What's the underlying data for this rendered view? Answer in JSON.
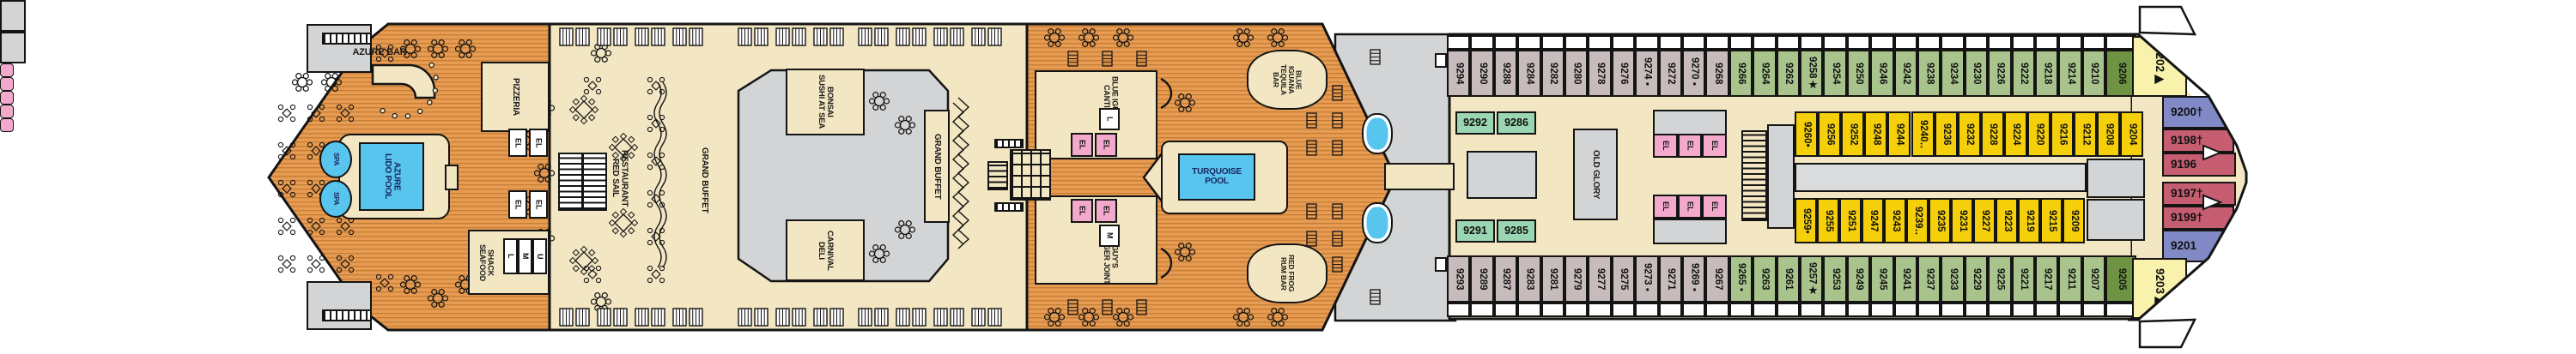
{
  "deck": {
    "venues": {
      "azure_bar": "AZURE BAR",
      "azure_lido_pool": "AZURE LIDO POOL",
      "spa": "SPA",
      "pizzeria": "PIZZERIA",
      "el": "EL",
      "seafood_shack": "SEAFOOD SHACK",
      "wc_l": "L",
      "wc_m": "M",
      "wc_u": "U",
      "red_sail_restaurant": "RED SAIL RESTAURANT",
      "grand_buffet": "GRAND BUFFET",
      "bonsai_sushi": "BONSAI SUSHI AT SEA",
      "carnival_deli": "CARNIVAL DELI",
      "blue_iguana_cantina": "BLUE IGUANA CANTINA",
      "guys_burger_joint": "GUY'S BURGER JOINT",
      "blue_iguana_tequila_bar": "BLUE IGUANA TEQUILA BAR",
      "red_frog_rum_bar": "RED FROG RUM BAR",
      "turquoise_pool": "TURQUOISE POOL",
      "old_glory": "OLD GLORY"
    },
    "colors": {
      "wood": "#E89B52",
      "woodline": "#C67F36",
      "cream": "#F3E6C2",
      "gray": "#D2D4D6",
      "pink": "#F2A9CB",
      "pool": "#58C5EE",
      "mauve": "#C8BBBC",
      "sage": "#A8C48C",
      "olive": "#6E9443",
      "yellow": "#F4CF0A",
      "mint": "#9AD6B1",
      "red": "#C65D70",
      "blue": "#818AC6",
      "pale": "#F8F2AC",
      "ink": "#141414"
    },
    "cabins": {
      "top_outer": [
        {
          "n": "9294",
          "c": "mauve"
        },
        {
          "n": "9290",
          "c": "mauve"
        },
        {
          "n": "9288",
          "c": "mauve"
        },
        {
          "n": "9284",
          "c": "mauve"
        },
        {
          "n": "9282",
          "c": "mauve"
        },
        {
          "n": "9280",
          "c": "mauve"
        },
        {
          "n": "9278",
          "c": "mauve"
        },
        {
          "n": "9276",
          "c": "mauve"
        },
        {
          "n": "9274▪",
          "c": "mauve"
        },
        {
          "n": "9272",
          "c": "mauve"
        },
        {
          "n": "9270▪",
          "c": "mauve"
        },
        {
          "n": "9268",
          "c": "mauve"
        },
        {
          "n": "9266",
          "c": "sage"
        },
        {
          "n": "9264",
          "c": "sage"
        },
        {
          "n": "9262",
          "c": "sage"
        },
        {
          "n": "9258★",
          "c": "sage"
        },
        {
          "n": "9254",
          "c": "sage"
        },
        {
          "n": "9250",
          "c": "sage"
        },
        {
          "n": "9246",
          "c": "sage"
        },
        {
          "n": "9242",
          "c": "sage"
        },
        {
          "n": "9238",
          "c": "sage"
        },
        {
          "n": "9234",
          "c": "sage"
        },
        {
          "n": "9230",
          "c": "sage"
        },
        {
          "n": "9226",
          "c": "sage"
        },
        {
          "n": "9222",
          "c": "sage"
        },
        {
          "n": "9218",
          "c": "sage"
        },
        {
          "n": "9214",
          "c": "sage"
        },
        {
          "n": "9210",
          "c": "sage"
        },
        {
          "n": "9206",
          "c": "olive"
        }
      ],
      "bottom_outer": [
        {
          "n": "9293",
          "c": "mauve"
        },
        {
          "n": "9289",
          "c": "mauve"
        },
        {
          "n": "9287",
          "c": "mauve"
        },
        {
          "n": "9283",
          "c": "mauve"
        },
        {
          "n": "9281",
          "c": "mauve"
        },
        {
          "n": "9279",
          "c": "mauve"
        },
        {
          "n": "9277",
          "c": "mauve"
        },
        {
          "n": "9275",
          "c": "mauve"
        },
        {
          "n": "9273▪",
          "c": "mauve"
        },
        {
          "n": "9271",
          "c": "mauve"
        },
        {
          "n": "9269▪",
          "c": "mauve"
        },
        {
          "n": "9267",
          "c": "mauve"
        },
        {
          "n": "9265▪",
          "c": "sage"
        },
        {
          "n": "9263",
          "c": "sage"
        },
        {
          "n": "9261",
          "c": "sage"
        },
        {
          "n": "9257★",
          "c": "sage"
        },
        {
          "n": "9253",
          "c": "sage"
        },
        {
          "n": "9249",
          "c": "sage"
        },
        {
          "n": "9245",
          "c": "sage"
        },
        {
          "n": "9241",
          "c": "sage"
        },
        {
          "n": "9237",
          "c": "sage"
        },
        {
          "n": "9233",
          "c": "sage"
        },
        {
          "n": "9229",
          "c": "sage"
        },
        {
          "n": "9225",
          "c": "sage"
        },
        {
          "n": "9221",
          "c": "sage"
        },
        {
          "n": "9217",
          "c": "sage"
        },
        {
          "n": "9211",
          "c": "sage"
        },
        {
          "n": "9207",
          "c": "sage"
        },
        {
          "n": "9205",
          "c": "olive"
        }
      ],
      "top_inner": [
        {
          "n": "9260•",
          "c": "yellow"
        },
        {
          "n": "9256",
          "c": "yellow"
        },
        {
          "n": "9252",
          "c": "yellow"
        },
        {
          "n": "9248",
          "c": "yellow"
        },
        {
          "n": "9244",
          "c": "yellow"
        },
        {
          "n": "9240‥",
          "c": "yellow"
        },
        {
          "n": "9236",
          "c": "yellow"
        },
        {
          "n": "9232",
          "c": "yellow"
        },
        {
          "n": "9228",
          "c": "yellow"
        },
        {
          "n": "9224",
          "c": "yellow"
        },
        {
          "n": "9220",
          "c": "yellow"
        },
        {
          "n": "9216",
          "c": "yellow"
        },
        {
          "n": "9212",
          "c": "yellow"
        },
        {
          "n": "9208",
          "c": "yellow"
        },
        {
          "n": "9204",
          "c": "yellow"
        }
      ],
      "bottom_inner": [
        {
          "n": "9259•",
          "c": "yellow"
        },
        {
          "n": "9255",
          "c": "yellow"
        },
        {
          "n": "9251",
          "c": "yellow"
        },
        {
          "n": "9247",
          "c": "yellow"
        },
        {
          "n": "9243",
          "c": "yellow"
        },
        {
          "n": "9239‥",
          "c": "yellow"
        },
        {
          "n": "9235",
          "c": "yellow"
        },
        {
          "n": "9231",
          "c": "yellow"
        },
        {
          "n": "9227",
          "c": "yellow"
        },
        {
          "n": "9223",
          "c": "yellow"
        },
        {
          "n": "9219",
          "c": "yellow"
        },
        {
          "n": "9215",
          "c": "yellow"
        },
        {
          "n": "9209",
          "c": "yellow"
        }
      ],
      "interior_mint": [
        {
          "n": "9292",
          "c": "mint"
        },
        {
          "n": "9286",
          "c": "mint"
        },
        {
          "n": "9291",
          "c": "mint"
        },
        {
          "n": "9285",
          "c": "mint"
        }
      ],
      "bow": [
        {
          "n": "9202▶",
          "c": "pale"
        },
        {
          "n": "9200†",
          "c": "blue"
        },
        {
          "n": "9198†",
          "c": "red"
        },
        {
          "n": "9196",
          "c": "red"
        },
        {
          "n": "9197†",
          "c": "red"
        },
        {
          "n": "9199†",
          "c": "red"
        },
        {
          "n": "9201",
          "c": "blue"
        },
        {
          "n": "9203▶",
          "c": "pale"
        }
      ]
    }
  }
}
